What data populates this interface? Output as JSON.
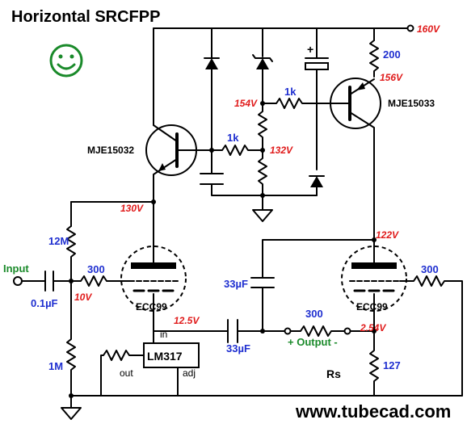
{
  "title": "Horizontal SRCFPP",
  "footer": "www.tubecad.com",
  "colors": {
    "value": "#1f2fd0",
    "voltage": "#e01b1b",
    "green": "#1a8a2a",
    "wire": "#000000"
  },
  "icons": {
    "smiley": "smiley-face-icon"
  },
  "supply": "160V",
  "transistors": {
    "left": "MJE15032",
    "right": "MJE15033"
  },
  "tubes": {
    "left": "ECC99",
    "right": "ECC99"
  },
  "regulator": {
    "name": "LM317",
    "in": "in",
    "out": "out",
    "adj": "adj"
  },
  "values": {
    "r_top": "200",
    "r_mid_right": "1k",
    "r_mid_left": "1k",
    "r_12m": "12M",
    "r_grid_left": "300",
    "r_1m": "1M",
    "c_in": "0.1µF",
    "c_cross": "33µF",
    "c_out": "33µF",
    "r_out": "300",
    "r_grid_right": "300",
    "rs_value": "127",
    "rs_name": "Rs"
  },
  "voltages": {
    "v156": "156V",
    "v154": "154V",
    "v132": "132V",
    "v130": "130V",
    "v122": "122V",
    "v10": "10V",
    "v12_5": "12.5V",
    "v2_54": "2.54V"
  },
  "labels": {
    "input": "Input",
    "output": "+ Output -",
    "plus": "+"
  }
}
